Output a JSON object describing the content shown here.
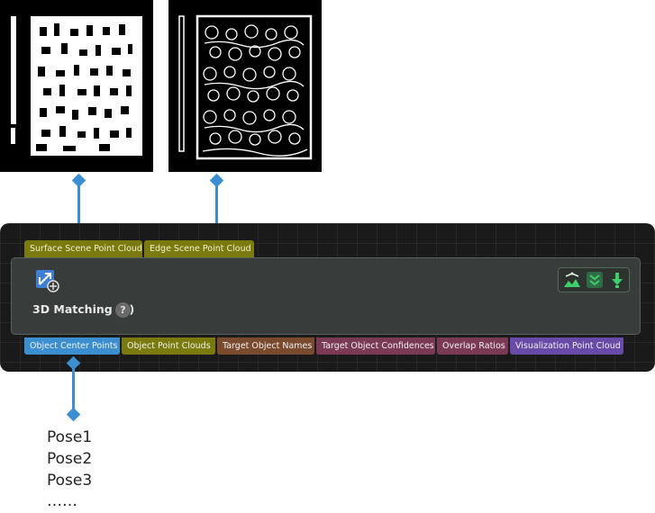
{
  "node": {
    "title": "3D Matching (1)",
    "help": "?"
  },
  "inputs": [
    {
      "label": "Surface Scene Point Cloud",
      "color": "#7a7a0e"
    },
    {
      "label": "Edge Scene Point Cloud",
      "color": "#7a7a0e"
    }
  ],
  "outputs": [
    {
      "label": "Object Center Points",
      "color": "#3b8fd0"
    },
    {
      "label": "Object Point Clouds",
      "color": "#7a7a0e"
    },
    {
      "label": "Target Object Names",
      "color": "#7a4a2e"
    },
    {
      "label": "Target Object Confidences",
      "color": "#7a3a55"
    },
    {
      "label": "Overlap Ratios",
      "color": "#7a3a55"
    },
    {
      "label": "Visualization Point Cloud",
      "color": "#6a4aa8"
    }
  ],
  "poses": [
    "Pose1",
    "Pose2",
    "Pose3",
    "……"
  ],
  "icons": {
    "node": "3d-matching-icon",
    "actions": [
      "visualize-icon",
      "collapse-icon",
      "download-icon"
    ]
  },
  "colors": {
    "accent": "#3b8fd0",
    "canvas": "#1a1a1a",
    "node_bg": "#383d3b",
    "action_green": "#3ccf6a"
  }
}
